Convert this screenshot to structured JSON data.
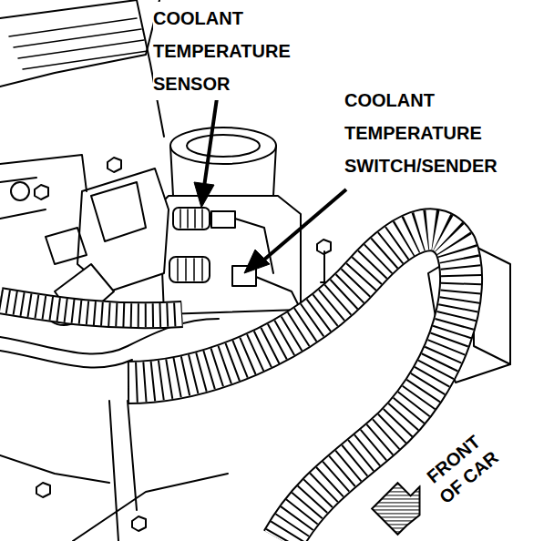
{
  "diagram": {
    "labels": [
      "COOLANT TEMPERATURE SENSOR",
      "COOLANT TEMPERATURE SWITCH/SENDER",
      "FRONT OF CAR"
    ]
  }
}
